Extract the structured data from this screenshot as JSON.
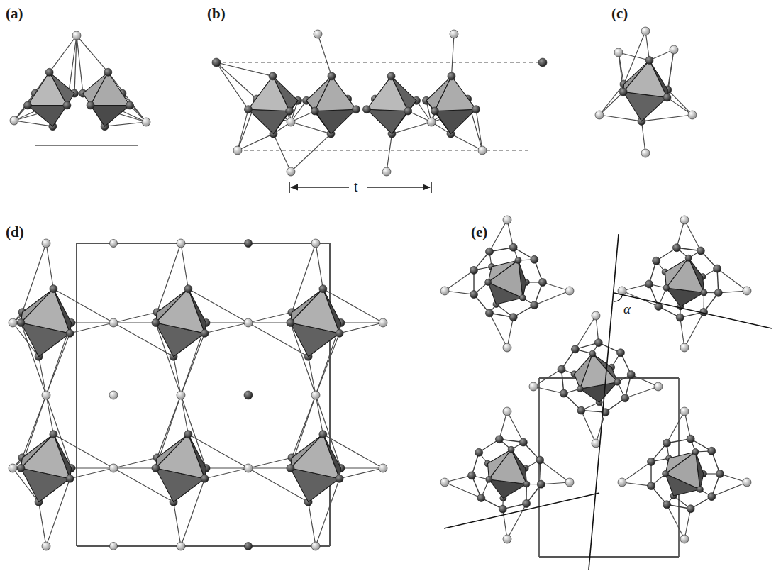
{
  "diagram": {
    "labels": [
      "(a)",
      "(b)",
      "(c)",
      "(d)",
      "(e)",
      "t",
      "α"
    ]
  }
}
